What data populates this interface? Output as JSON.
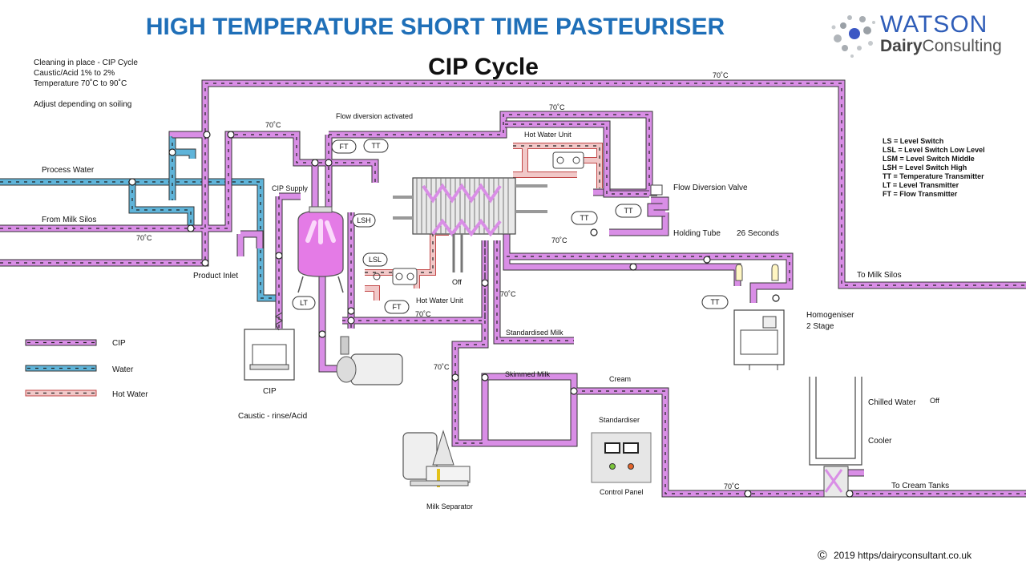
{
  "title": "HIGH TEMPERATURE SHORT TIME PASTEURISER",
  "subtitle": "CIP Cycle",
  "logo": {
    "line1": "WATSON",
    "line2_bold": "Dairy",
    "line2_rest": "Consulting",
    "icon": "dot-cluster-logo-icon"
  },
  "notes": [
    "Cleaning in place - CIP Cycle",
    "Caustic/Acid 1% to 2%",
    "Temperature 70˚C to 90˚C",
    "Adjust depending on soiling"
  ],
  "key": [
    "LS = Level Switch",
    "LSL = Level Switch Low Level",
    "LSM = Level Switch Middle",
    "LSH = Level Switch High",
    "TT = Temperature Transmitter",
    "LT = Level Transmitter",
    "FT = Flow Transmitter"
  ],
  "legend": [
    {
      "label": "CIP",
      "color": "#d98ee6"
    },
    {
      "label": "Water",
      "color": "#5fb4d9"
    },
    {
      "label": "Hot Water",
      "color": "#f1c8c8"
    }
  ],
  "labels": {
    "process_water": "Process Water",
    "from_milk_silos": "From Milk Silos",
    "product_inlet": "Product Inlet",
    "cip_supply": "CIP Supply",
    "flow_diversion_activated": "Flow diversion activated",
    "hot_water_unit_top": "Hot Water Unit",
    "hot_water_unit_bottom": "Hot Water Unit",
    "flow_diversion_valve": "Flow Diversion Valve",
    "holding_tube": "Holding Tube",
    "holding_seconds": "26 Seconds",
    "to_milk_silos": "To Milk Silos",
    "homogeniser": "Homogeniser",
    "homogeniser_stage": "2 Stage",
    "off_1": "Off",
    "standardised_milk": "Standardised Milk",
    "skimmed_milk": "Skimmed Milk",
    "cream": "Cream",
    "standardiser": "Standardiser",
    "control_panel": "Control Panel",
    "milk_separator": "Milk Separator",
    "chilled_water": "Chilled Water",
    "off_2": "Off",
    "cooler": "Cooler",
    "to_cream_tanks": "To Cream Tanks",
    "cip_unit": "CIP",
    "caustic_rinse": "Caustic - rinse/Acid",
    "copyright_symbol": "©",
    "copyright": "2019 https/dairyconsultant.co.uk"
  },
  "temperatures": {
    "t_top_right": "70˚C",
    "t_top_mid": "70˚C",
    "t_left_mid": "70˚C",
    "t_from_silos": "70˚C",
    "t_holding": "70˚C",
    "t_hw_bottom": "70˚C",
    "t_center": "70˚C",
    "t_separator": "70˚C",
    "t_cooler": "70˚C"
  },
  "instruments": {
    "ft_top": "FT",
    "tt_top": "TT",
    "lsh": "LSH",
    "lsl": "LSL",
    "lt": "LT",
    "ft_bottom": "FT",
    "tt_holding_1": "TT",
    "tt_holding_2": "TT",
    "tt_homog": "TT"
  }
}
